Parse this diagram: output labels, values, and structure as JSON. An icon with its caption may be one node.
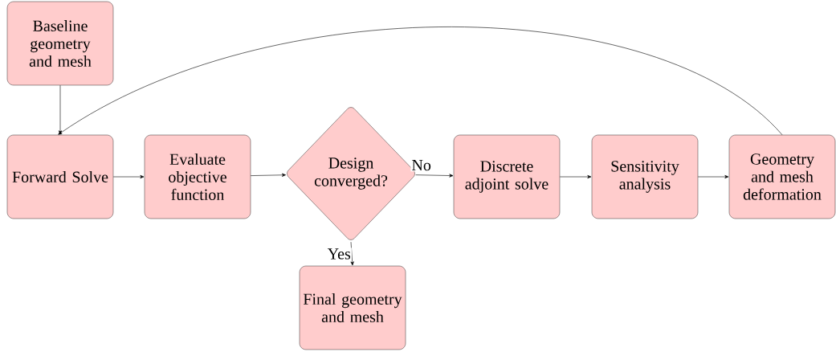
{
  "diagram": {
    "nodes": [
      {
        "text": [
          "Baseline geometry and mesh"
        ]
      },
      {
        "text": [
          "Forward Solve"
        ]
      },
      {
        "text": [
          "Evaluate objective function"
        ]
      },
      {
        "text": [
          "Design converged?"
        ]
      },
      {
        "text": [
          "Discrete adjoint solve"
        ]
      },
      {
        "text": [
          "Sensitivity analysis"
        ]
      },
      {
        "text": [
          "Geometry and mesh deformation"
        ]
      },
      {
        "text": [
          "Final geometry and mesh"
        ]
      }
    ],
    "edges": [
      {
        "from": 0,
        "to": 1,
        "arrow": "to"
      },
      {
        "from": 1,
        "to": 2,
        "arrow": "to"
      },
      {
        "from": 2,
        "to": 3,
        "arrow": "to"
      },
      {
        "from": 3,
        "to": 4,
        "arrow": "to",
        "label": "No"
      },
      {
        "from": 4,
        "to": 5,
        "arrow": "to"
      },
      {
        "from": 5,
        "to": 6,
        "arrow": "to"
      },
      {
        "from": 6,
        "to": 1,
        "arrow": "to"
      },
      {
        "from": 3,
        "to": 7,
        "arrow": "to",
        "label": "Yes"
      }
    ]
  }
}
